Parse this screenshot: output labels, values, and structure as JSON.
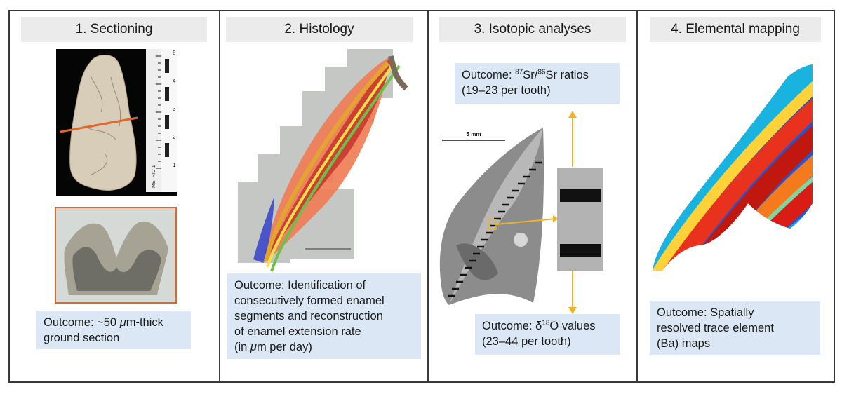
{
  "panels": [
    {
      "title": "1. Sectioning",
      "outcome": [
        "Outcome: ~50 ",
        "μ",
        "m-thick",
        "ground section"
      ]
    },
    {
      "title": "2. Histology",
      "outcome": [
        "Outcome: Identification of",
        "consecutively formed enamel",
        "segments and reconstruction",
        "of enamel extension rate",
        "(in ",
        "μ",
        "m per day)"
      ]
    },
    {
      "title": "3. Isotopic analyses",
      "outcome_sr": {
        "prefix": "Outcome: ",
        "sup1": "87",
        "mid": "Sr/",
        "sup2": "86",
        "suffix": "Sr ratios",
        "line2": "(19–23 per tooth)"
      },
      "outcome_o": {
        "prefix": "Outcome: δ",
        "sup": "18",
        "suffix": "O values",
        "line2": "(23–44 per tooth)"
      },
      "scale_label": "5 mm"
    },
    {
      "title": "4. Elemental mapping",
      "outcome": [
        "Outcome: Spatially",
        "resolved trace element",
        "(Ba) maps"
      ]
    }
  ],
  "ruler": {
    "label": "METRIC 1",
    "ticks": [
      "1",
      "2",
      "3",
      "4",
      "5"
    ]
  },
  "colors": {
    "title_bg": "#ebebeb",
    "outcome_bg": "#dbe7f4",
    "border": "#3a3a3a",
    "arrow": "#f0b323",
    "cut_line": "#e0662c"
  }
}
